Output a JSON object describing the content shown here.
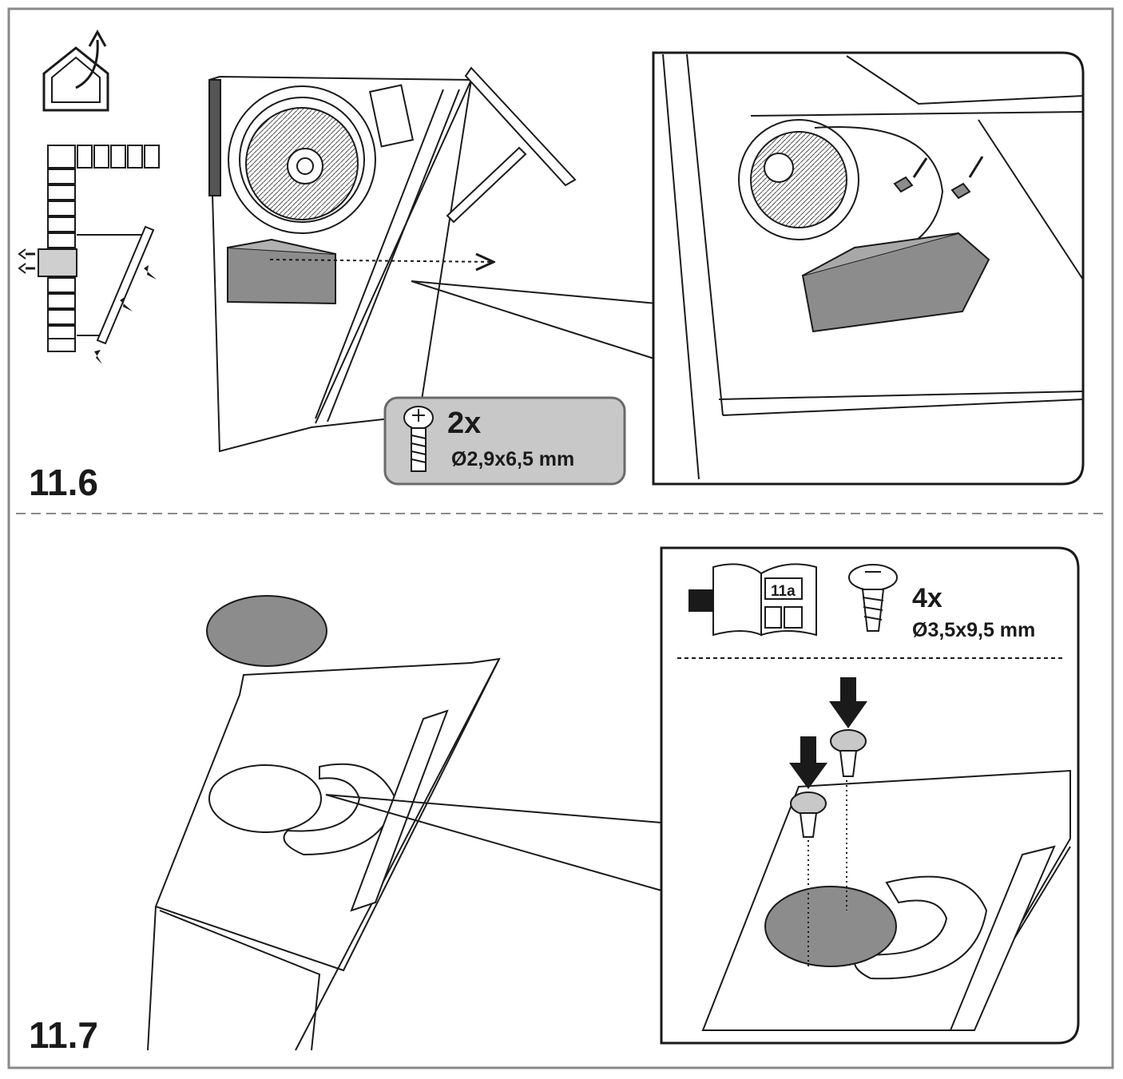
{
  "colors": {
    "frame": "#8a8a8a",
    "line": "#1a1a1a",
    "part_fill": "#8c8c8c",
    "badge_fill": "#c8c8c8",
    "grey_dark": "#6a6a6a"
  },
  "step1": {
    "number": "11.6",
    "screw_count": "2x",
    "screw_size": "Ø2,9x6,5  mm",
    "icons": [
      "house-vent-icon",
      "wall-brick-icon",
      "screw-icon",
      "arrow-icon"
    ]
  },
  "step2": {
    "number": "11.7",
    "manual_ref": "11a",
    "screw_count": "4x",
    "screw_size": "Ø3,5x9,5 mm",
    "icons": [
      "manual-book-icon",
      "screw-icon",
      "down-arrow-icon"
    ]
  }
}
